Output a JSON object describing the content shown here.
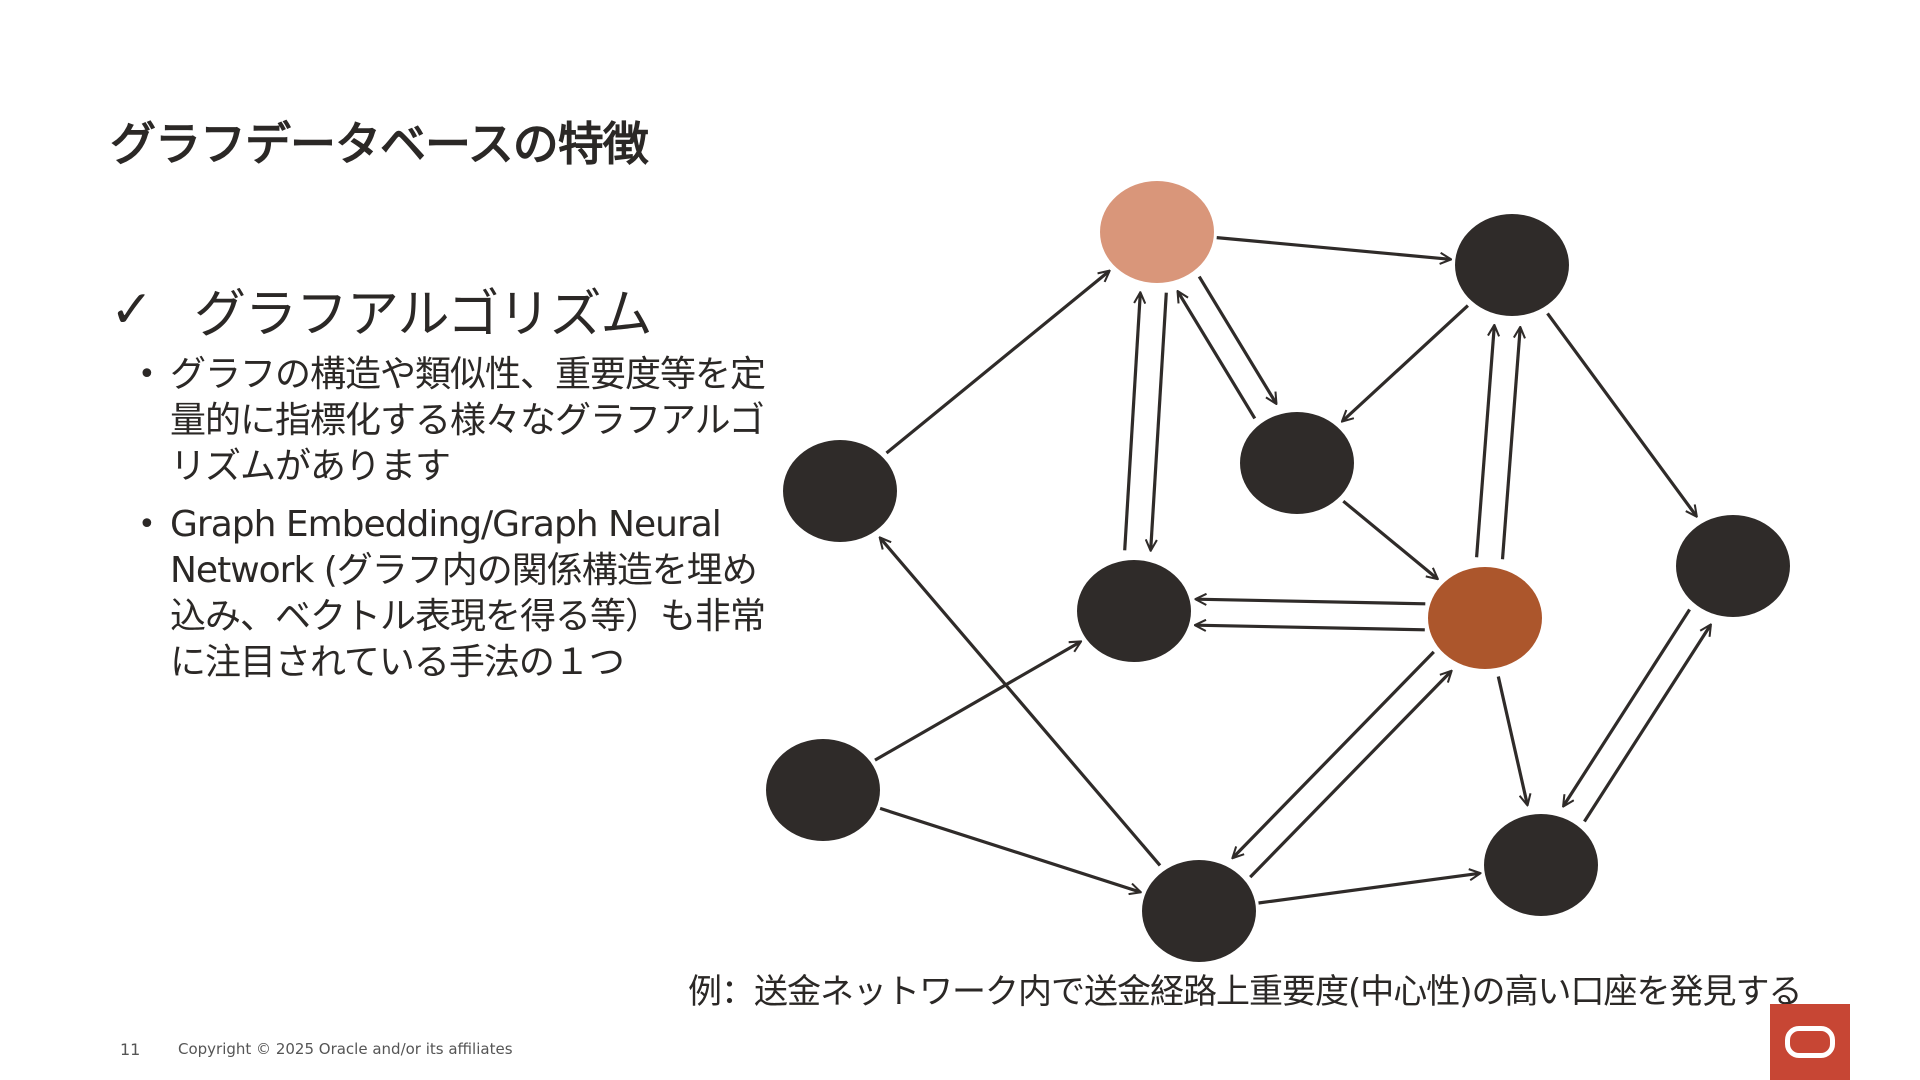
{
  "slide": {
    "title": "グラフデータベースの特徴",
    "heading_check": "✓",
    "heading": "グラフアルゴリズム",
    "bullets": [
      "グラフの構造や類似性、重要度等を定量的に指標化する様々なグラフアルゴリズムがあります",
      "Graph Embedding/Graph Neural Network (グラフ内の関係構造を埋め込み、ベクトル表現を得る等）も非常に注目されている手法の１つ"
    ],
    "caption": "例：送金ネットワーク内で送金経路上重要度(中心性)の高い口座を発見する"
  },
  "footer": {
    "page_number": "11",
    "copyright": "Copyright © 2025 Oracle and/or its affiliates"
  },
  "logo": {
    "name": "oracle-logo",
    "color": "#c74634"
  },
  "graph": {
    "colors": {
      "dark": "#2f2b29",
      "light": "#d9967a",
      "highlight": "#ac562c",
      "edge": "#2f2b29"
    },
    "nodes": [
      {
        "id": "top-center",
        "tone": "light"
      },
      {
        "id": "top-right",
        "tone": "dark"
      },
      {
        "id": "middle",
        "tone": "dark"
      },
      {
        "id": "left",
        "tone": "dark"
      },
      {
        "id": "center-left",
        "tone": "dark"
      },
      {
        "id": "center-right",
        "tone": "highlight"
      },
      {
        "id": "far-right",
        "tone": "dark"
      },
      {
        "id": "bottom-left",
        "tone": "dark"
      },
      {
        "id": "bottom-center",
        "tone": "dark"
      },
      {
        "id": "bottom-right",
        "tone": "dark"
      }
    ],
    "edges": [
      {
        "from": "top-center",
        "to": "top-right"
      },
      {
        "from": "left",
        "to": "top-center"
      },
      {
        "from": "center-left",
        "to": "top-center"
      },
      {
        "from": "top-center",
        "to": "center-left"
      },
      {
        "from": "middle",
        "to": "top-center"
      },
      {
        "from": "top-center",
        "to": "middle"
      },
      {
        "from": "top-right",
        "to": "middle"
      },
      {
        "from": "top-right",
        "to": "far-right"
      },
      {
        "from": "center-right",
        "to": "top-right"
      },
      {
        "from": "center-right",
        "to": "top-right"
      },
      {
        "from": "middle",
        "to": "center-right"
      },
      {
        "from": "center-right",
        "to": "center-left"
      },
      {
        "from": "center-right",
        "to": "center-left"
      },
      {
        "from": "center-right",
        "to": "bottom-center"
      },
      {
        "from": "bottom-center",
        "to": "center-right"
      },
      {
        "from": "center-right",
        "to": "bottom-right"
      },
      {
        "from": "far-right",
        "to": "bottom-right"
      },
      {
        "from": "bottom-right",
        "to": "far-right"
      },
      {
        "from": "bottom-left",
        "to": "center-left"
      },
      {
        "from": "bottom-left",
        "to": "bottom-center"
      },
      {
        "from": "bottom-center",
        "to": "left"
      },
      {
        "from": "bottom-center",
        "to": "bottom-right"
      }
    ]
  }
}
